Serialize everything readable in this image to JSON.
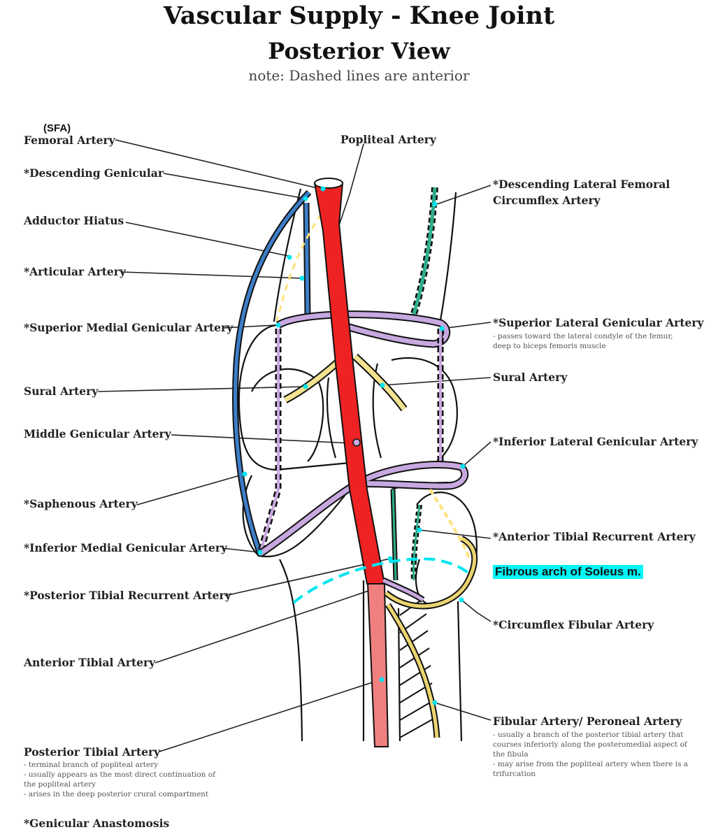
{
  "title": {
    "line1": "Vascular Supply - Knee Joint",
    "line2": "Posterior View",
    "note": "note: Dashed lines are anterior"
  },
  "labels": {
    "sfa": "(SFA)",
    "femoral_artery": "Femoral Artery",
    "descending_genicular": "*Descending Genicular",
    "adductor_hiatus": "Adductor Hiatus",
    "articular_artery": "*Articular Artery",
    "superior_medial_genicular": "*Superior Medial Genicular Artery",
    "sural_artery_left": "Sural Artery",
    "middle_genicular": "Middle Genicular Artery",
    "saphenous_artery": "*Saphenous Artery",
    "inferior_medial_genicular": "*Inferior Medial Genicular Artery",
    "posterior_tibial_recurrent": "*Posterior Tibial Recurrent Artery",
    "anterior_tibial_artery": "Anterior Tibial Artery",
    "posterior_tibial_artery": "Posterior Tibial Artery",
    "genicular_anastomosis": "*Genicular Anastomosis",
    "popliteal_artery": "Popliteal Artery",
    "descending_lateral_femoral_1": "*Descending Lateral Femoral",
    "descending_lateral_femoral_2": "Circumflex Artery",
    "superior_lateral_genicular": "*Superior Lateral Genicular Artery",
    "sural_artery_right": "Sural Artery",
    "inferior_lateral_genicular": "*Inferior Lateral Genicular Artery",
    "anterior_tibial_recurrent": "*Anterior Tibial Recurrent Artery",
    "fibrous_arch": "Fibrous arch of Soleus m.",
    "circumflex_fibular": "*Circumflex Fibular Artery",
    "fibular_artery": "Fibular Artery/ Peroneal Artery"
  },
  "notes": {
    "superior_lateral_genicular": [
      "- passes toward the lateral condyle of the femur,",
      "deep to biceps femoris muscle"
    ],
    "posterior_tibial": [
      "- terminal branch of popliteal artery",
      "- usually appears as the most direct continuation of",
      "the popliteal artery",
      "- arises in the deep posterior crural compartment"
    ],
    "fibular": [
      "- usually a branch of the posterior tibial artery that",
      "courses inferiorly along the posteromedial aspect of",
      "the fibula",
      "- may arise from the popliteal artery when there is a",
      "trifurcation"
    ]
  },
  "colors": {
    "popliteal": "#ee2222",
    "posterior_tibial": "#f08080",
    "genicular": "#c8a8e0",
    "genicular_outline": "#9a5fb5",
    "saphenous": "#3d7ec8",
    "descending_lateral": "#2fae8a",
    "sural": "#f3e28f",
    "fibular": "#ecd570",
    "anterior_dashed": "#ffe27a",
    "fibrous_arch": "#00e5f0",
    "highlight": "#00f5f5"
  }
}
